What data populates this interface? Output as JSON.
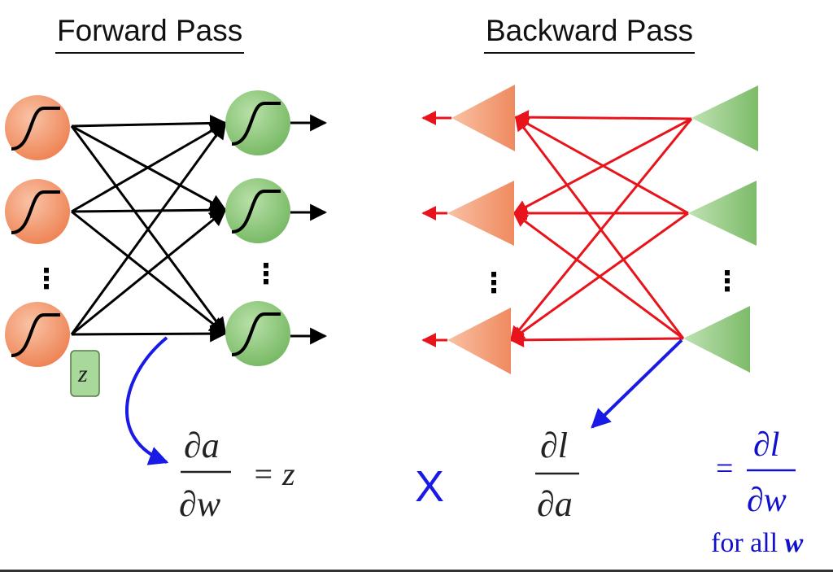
{
  "titles": {
    "forward": "Forward Pass",
    "backward": "Backward Pass"
  },
  "labels": {
    "z_box": "z",
    "dots": "⋮",
    "multiply": "X",
    "da_dw_num": "∂a",
    "da_dw_den": "∂w",
    "eq_z": "= z",
    "dl_da_num": "∂l",
    "dl_da_den": "∂a",
    "result_eq": "=",
    "dl_dw_num": "∂l",
    "dl_dw_den": "∂w",
    "for_all": "for all",
    "for_all_var": "w"
  },
  "colors": {
    "input_node": "#f08a5d",
    "output_node": "#7fbf6a",
    "forward_edge": "#000000",
    "backward_edge": "#e8141b",
    "blue_arrow": "#1a1ae6"
  }
}
